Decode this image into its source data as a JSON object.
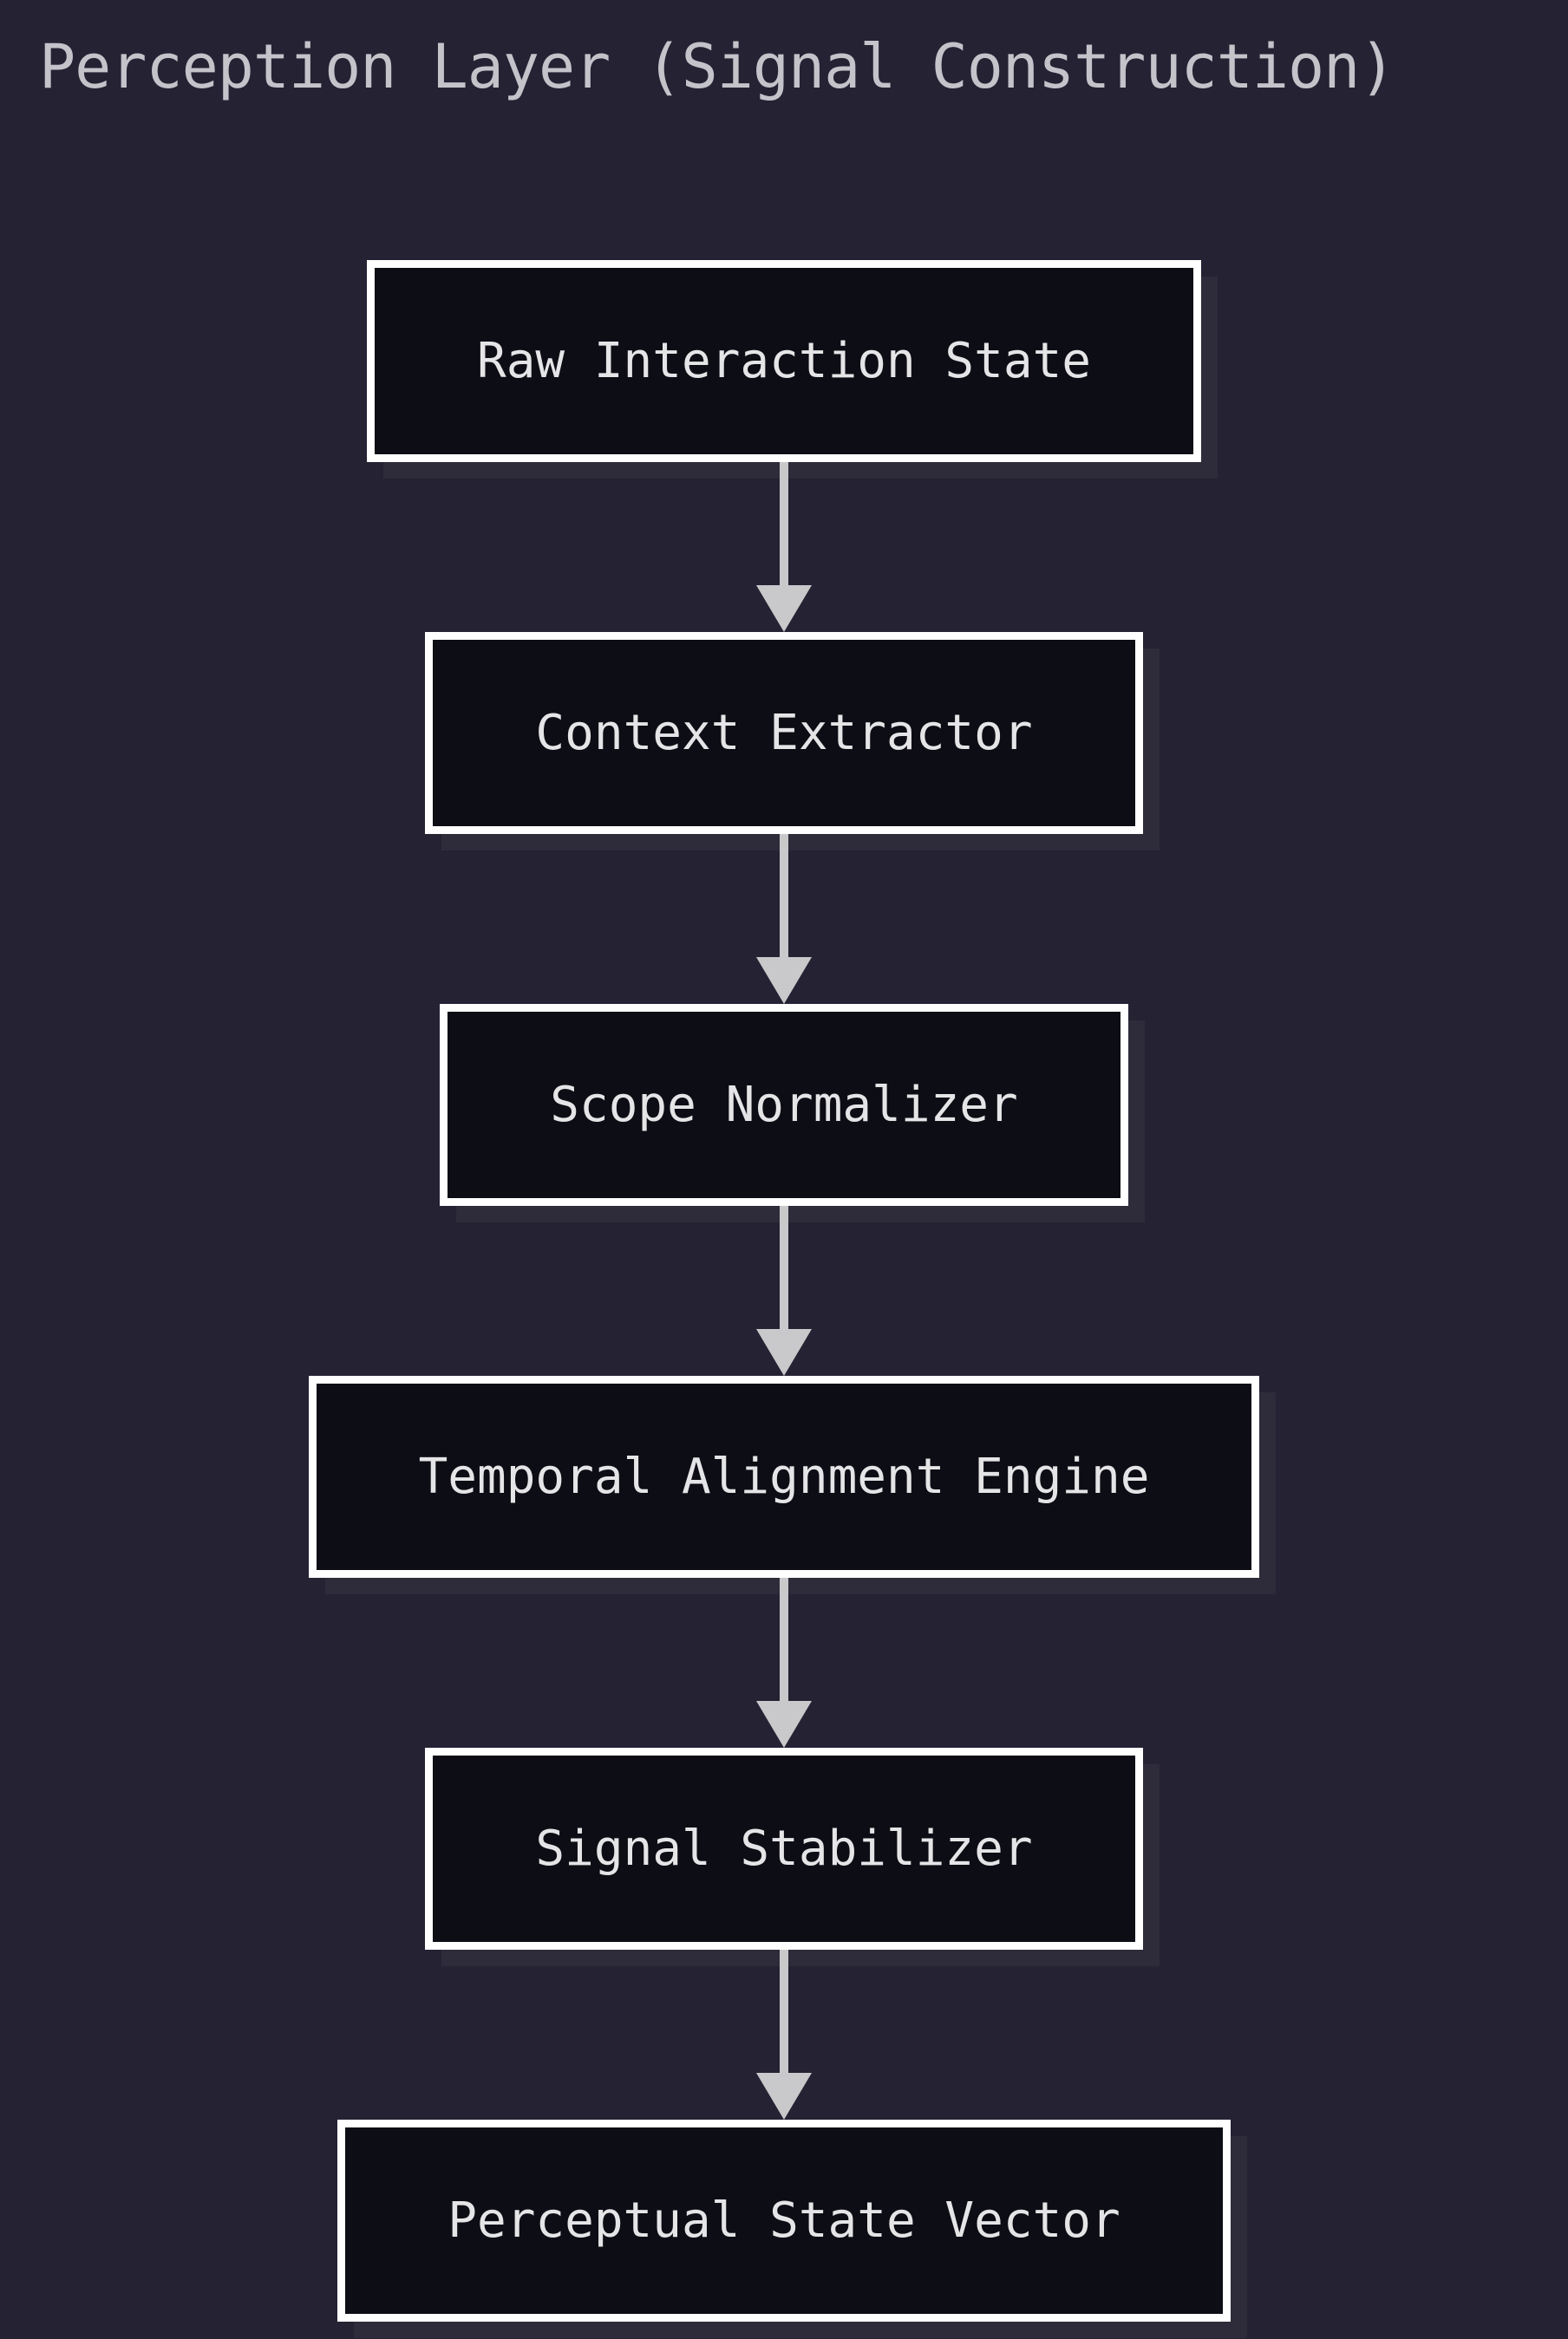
{
  "title": "Perception Layer (Signal Construction)",
  "diagram": {
    "nodes": [
      {
        "id": "raw-interaction-state",
        "label": "Raw Interaction State"
      },
      {
        "id": "context-extractor",
        "label": "Context Extractor"
      },
      {
        "id": "scope-normalizer",
        "label": "Scope Normalizer"
      },
      {
        "id": "temporal-alignment-engine",
        "label": "Temporal Alignment Engine"
      },
      {
        "id": "signal-stabilizer",
        "label": "Signal Stabilizer"
      },
      {
        "id": "perceptual-state-vector",
        "label": "Perceptual State Vector"
      }
    ],
    "connections": [
      {
        "from": "raw-interaction-state",
        "to": "context-extractor"
      },
      {
        "from": "context-extractor",
        "to": "scope-normalizer"
      },
      {
        "from": "scope-normalizer",
        "to": "temporal-alignment-engine"
      },
      {
        "from": "temporal-alignment-engine",
        "to": "signal-stabilizer"
      },
      {
        "from": "signal-stabilizer",
        "to": "perceptual-state-vector"
      }
    ]
  },
  "colors": {
    "background": "#242233",
    "node_fill": "#0d0d15",
    "node_border": "#ffffff",
    "node_text": "#e5e5e7",
    "title_text": "#c4c3ca",
    "arrow": "#c9c8ca",
    "node_shadow": "#2e2c3b"
  }
}
